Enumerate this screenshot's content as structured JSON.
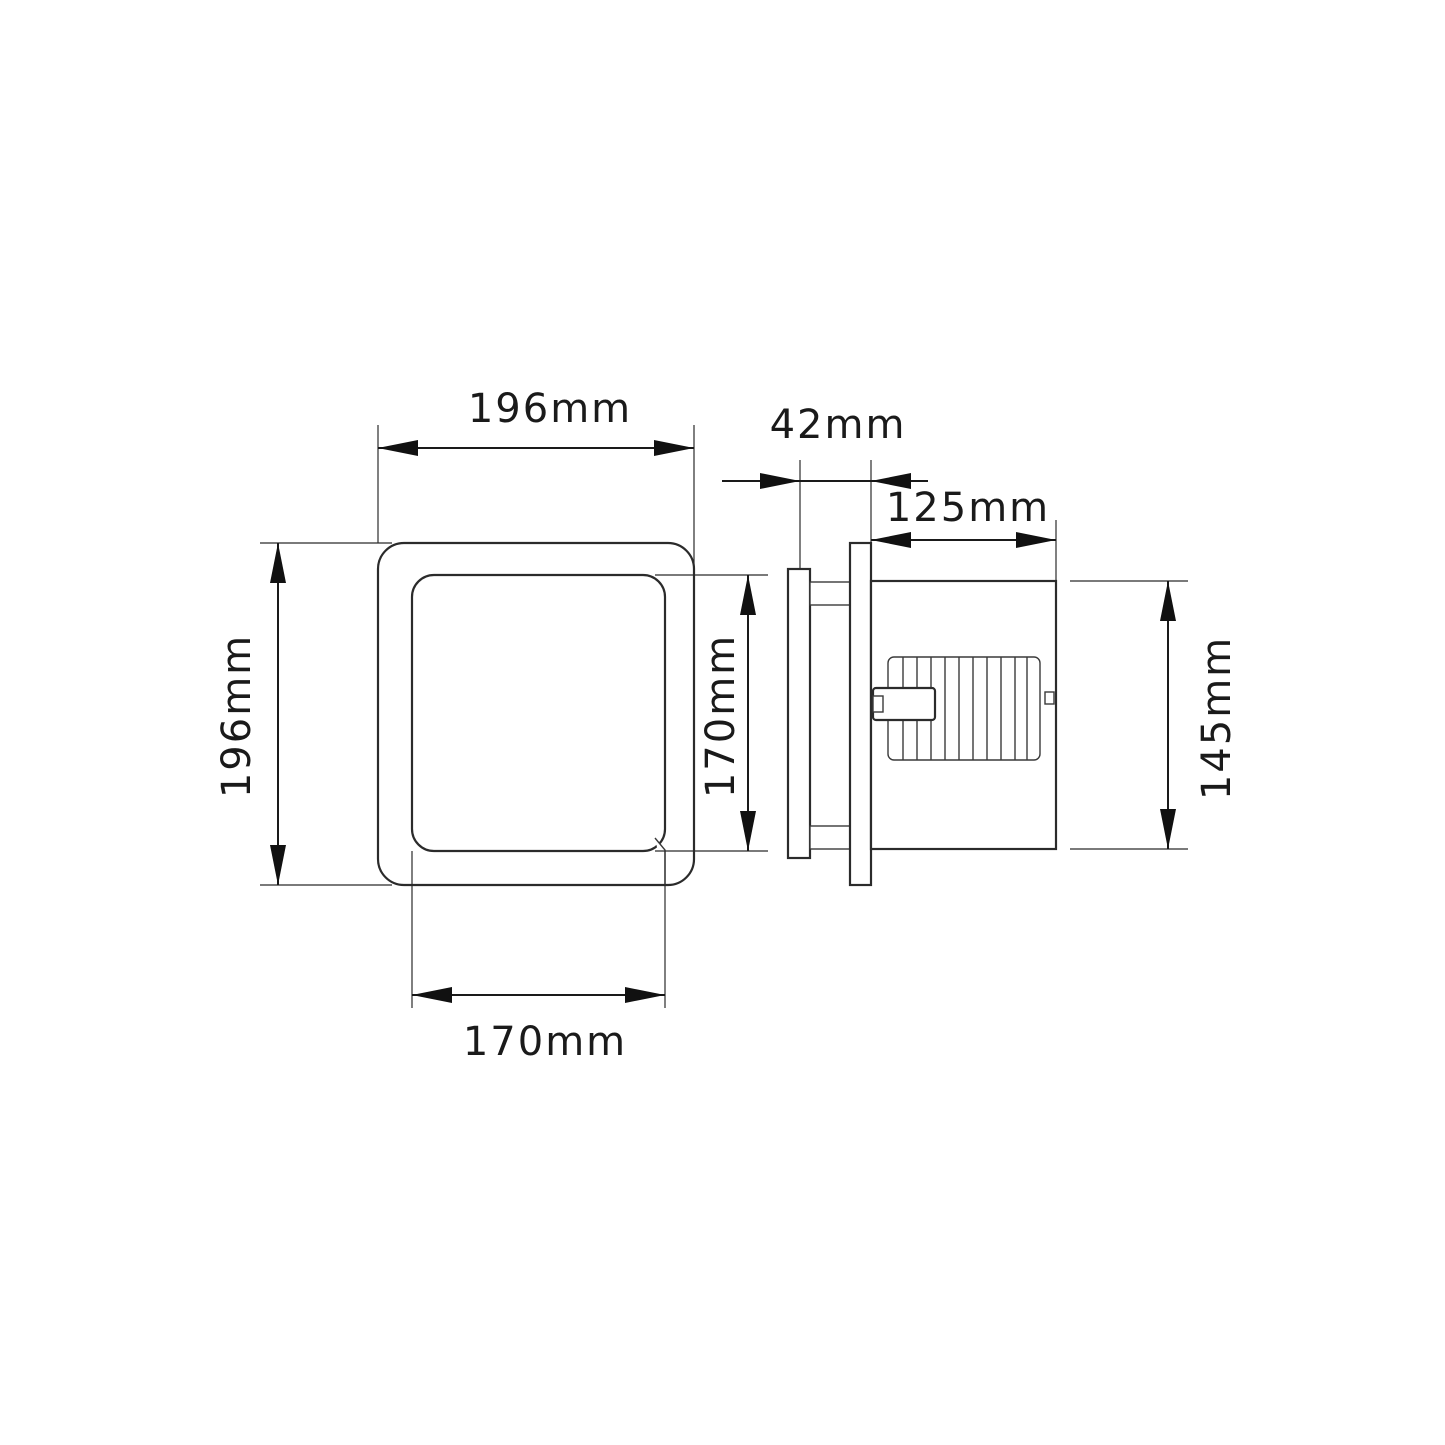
{
  "dimensions": {
    "front_outer_width": "196mm",
    "front_outer_height": "196mm",
    "front_inner_height": "170mm",
    "front_inner_width": "170mm",
    "plate_thickness": "42mm",
    "body_depth": "125mm",
    "body_height": "145mm"
  },
  "colors": {
    "line": "#2b2b2b",
    "background": "#ffffff"
  }
}
